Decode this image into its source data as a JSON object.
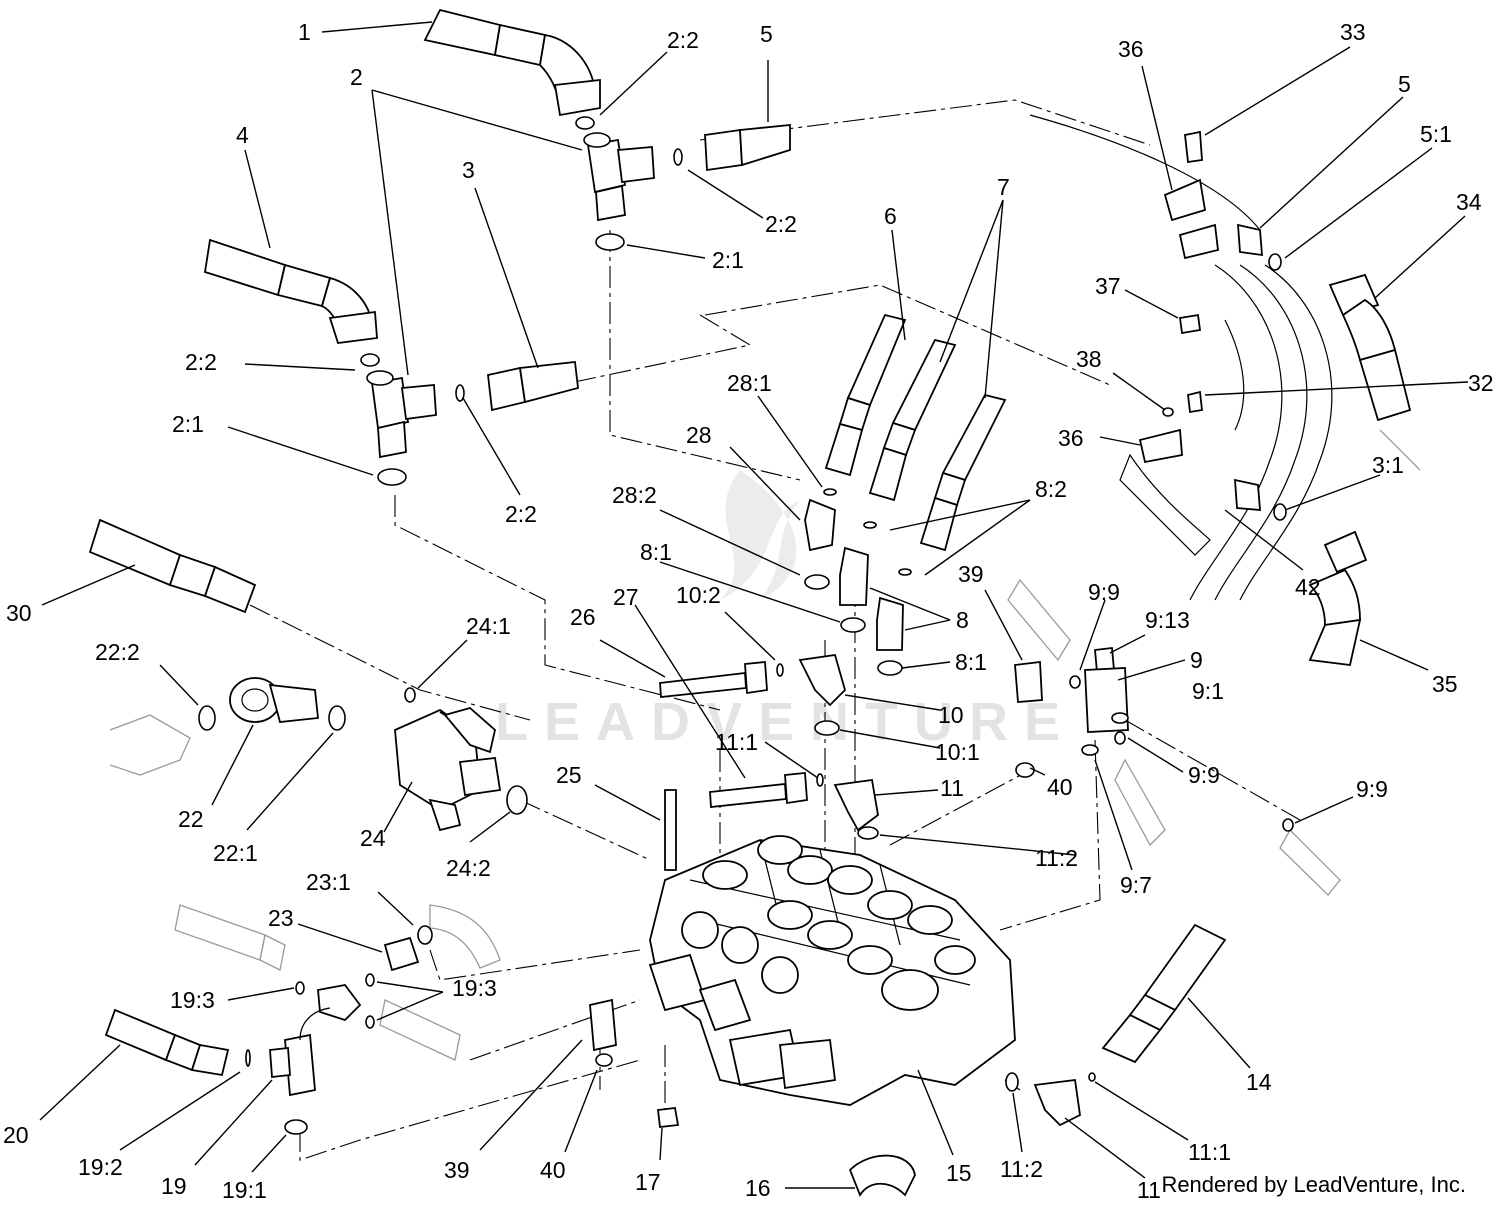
{
  "watermark": "LEADVENTURE",
  "credit": "Rendered by LeadVenture, Inc.",
  "callouts": {
    "c1": "1",
    "c2": "2",
    "c2_2a": "2:2",
    "c5a": "5",
    "c4": "4",
    "c3": "3",
    "c2_2b": "2:2",
    "c2_1a": "2:1",
    "c2_2c": "2:2",
    "c2_1b": "2:1",
    "c2_2d": "2:2",
    "c36a": "36",
    "c33": "33",
    "c5b": "5",
    "c5_1": "5:1",
    "c34": "34",
    "c6": "6",
    "c7": "7",
    "c37": "37",
    "c38": "38",
    "c32": "32",
    "c36b": "36",
    "c28_1": "28:1",
    "c28": "28",
    "c3_1": "3:1",
    "c8_2": "8:2",
    "c28_2": "28:2",
    "c42": "42",
    "c8_1a": "8:1",
    "c39a": "39",
    "c35": "35",
    "c8": "8",
    "c30": "30",
    "c22_2": "22:2",
    "c24_1": "24:1",
    "c26": "26",
    "c27": "27",
    "c10_2": "10:2",
    "c9_9a": "9:9",
    "c9_13": "9:13",
    "c9": "9",
    "c9_1": "9:1",
    "c8_1b": "8:1",
    "c10": "10",
    "c10_1": "10:1",
    "c11_1a": "11:1",
    "c11a": "11",
    "c40a": "40",
    "c9_9b": "9:9",
    "c9_9c": "9:9",
    "c25": "25",
    "c22": "22",
    "c22_1": "22:1",
    "c24": "24",
    "c24_2": "24:2",
    "c11_2a": "11:2",
    "c9_7": "9:7",
    "c23_1": "23:1",
    "c23": "23",
    "c19_3a": "19:3",
    "c19_3b": "19:3",
    "c14": "14",
    "c20": "20",
    "c19_2": "19:2",
    "c19": "19",
    "c19_1": "19:1",
    "c39b": "39",
    "c40b": "40",
    "c17": "17",
    "c16": "16",
    "c15": "15",
    "c11_2b": "11:2",
    "c11_1b": "11:1",
    "c11b": "11"
  }
}
